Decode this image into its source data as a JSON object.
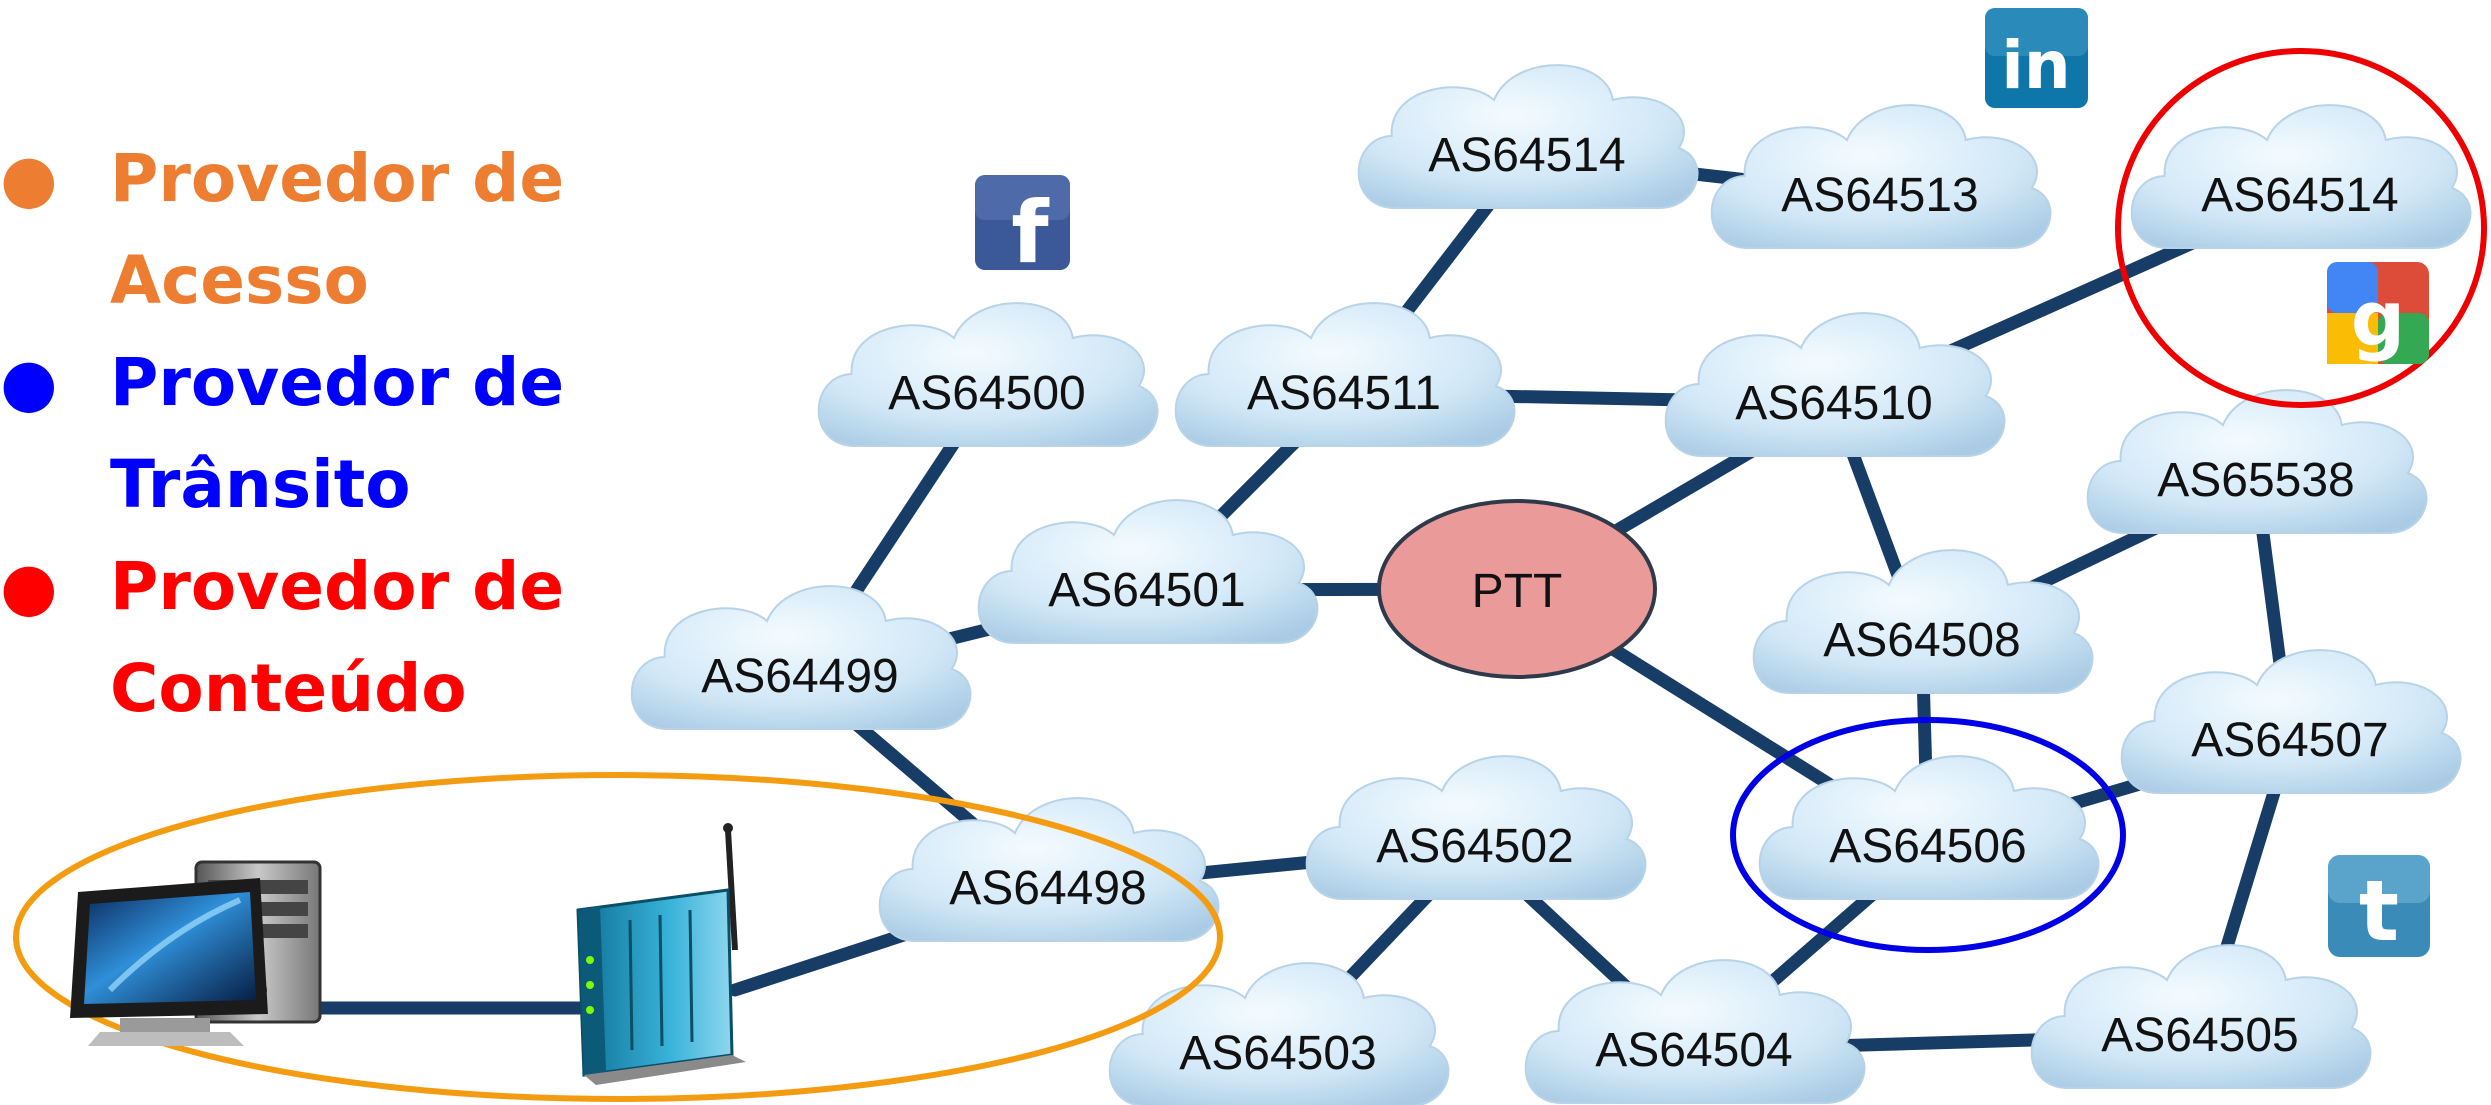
{
  "legend": [
    {
      "label": "Provedor de Acesso",
      "color": "#ed7d31"
    },
    {
      "label": "Provedor de Trânsito",
      "color": "#0000ff"
    },
    {
      "label": "Provedor de Conteúdo",
      "color": "#ff0000"
    }
  ],
  "colors": {
    "link": "#173d66",
    "cloud": "#cfe6f6",
    "ptt_fill": "#e99a99",
    "access_ring": "#f39c12",
    "transit_ring": "#0000e6",
    "content_ring": "#ee0000"
  },
  "ptt": {
    "label": "PTT"
  },
  "nodes": {
    "as64514a": "AS64514",
    "as64513": "AS64513",
    "as64514b": "AS64514",
    "as64500": "AS64500",
    "as64511": "AS64511",
    "as64510": "AS64510",
    "as65538": "AS65538",
    "as64501": "AS64501",
    "as64508": "AS64508",
    "as64499": "AS64499",
    "as64507": "AS64507",
    "as64498": "AS64498",
    "as64502": "AS64502",
    "as64506": "AS64506",
    "as64503": "AS64503",
    "as64504": "AS64504",
    "as64505": "AS64505"
  },
  "links": [
    [
      "as64514a",
      "as64513"
    ],
    [
      "as64514a",
      "as64511"
    ],
    [
      "as64511",
      "as64510"
    ],
    [
      "as64511",
      "as64501"
    ],
    [
      "as64510",
      "as64514b"
    ],
    [
      "as64510",
      "ptt"
    ],
    [
      "as64510",
      "as64508"
    ],
    [
      "as64500",
      "as64499"
    ],
    [
      "as64499",
      "as64501"
    ],
    [
      "as64501",
      "ptt"
    ],
    [
      "ptt",
      "as64506"
    ],
    [
      "as64508",
      "as65538"
    ],
    [
      "as64508",
      "as64506"
    ],
    [
      "as65538",
      "as64507"
    ],
    [
      "as64499",
      "as64498"
    ],
    [
      "as64498",
      "as64502"
    ],
    [
      "as64502",
      "as64503"
    ],
    [
      "as64502",
      "as64504"
    ],
    [
      "as64504",
      "as64506"
    ],
    [
      "as64506",
      "as64507"
    ],
    [
      "as64507",
      "as64505"
    ],
    [
      "as64504",
      "as64505"
    ],
    [
      "computer",
      "modem"
    ],
    [
      "modem",
      "as64498"
    ]
  ],
  "icons": {
    "facebook": "f",
    "linkedin": "in",
    "twitter": "t",
    "google": "g"
  }
}
